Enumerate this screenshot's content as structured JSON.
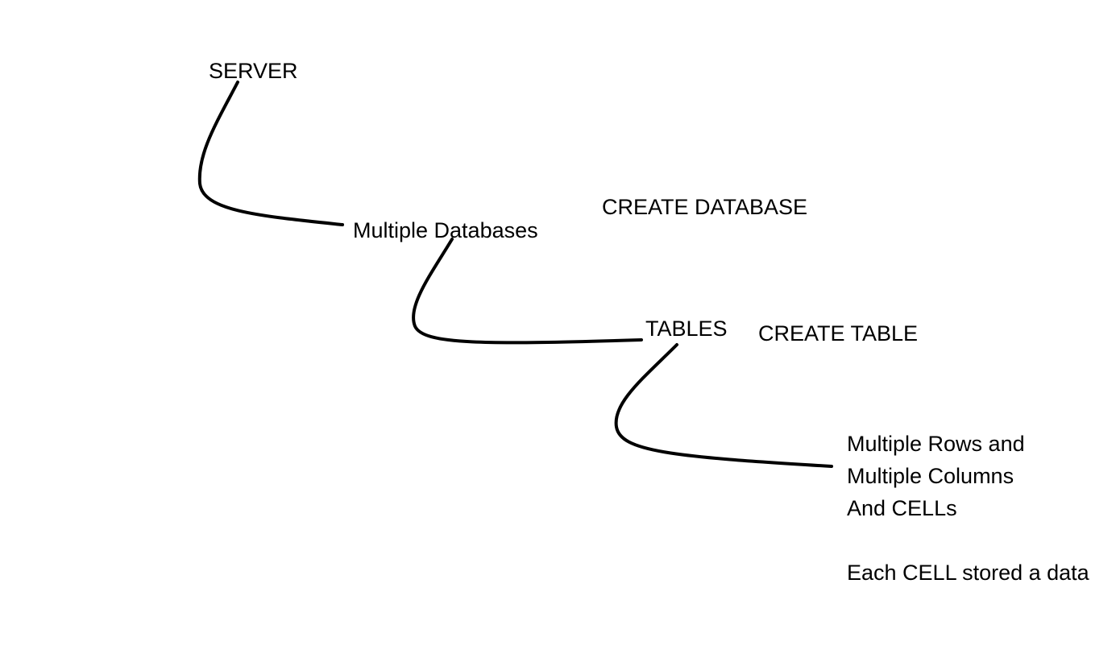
{
  "nodes": {
    "server": "SERVER",
    "databases": "Multiple Databases",
    "create_database": "CREATE DATABASE",
    "tables": "TABLES",
    "create_table": "CREATE TABLE",
    "rows_line1": "Multiple Rows and",
    "rows_line2": "Multiple Columns",
    "rows_line3": "And CELLs",
    "cell_note": "Each CELL stored a data"
  },
  "colors": {
    "background": "#ffffff",
    "ink": "#000000"
  }
}
